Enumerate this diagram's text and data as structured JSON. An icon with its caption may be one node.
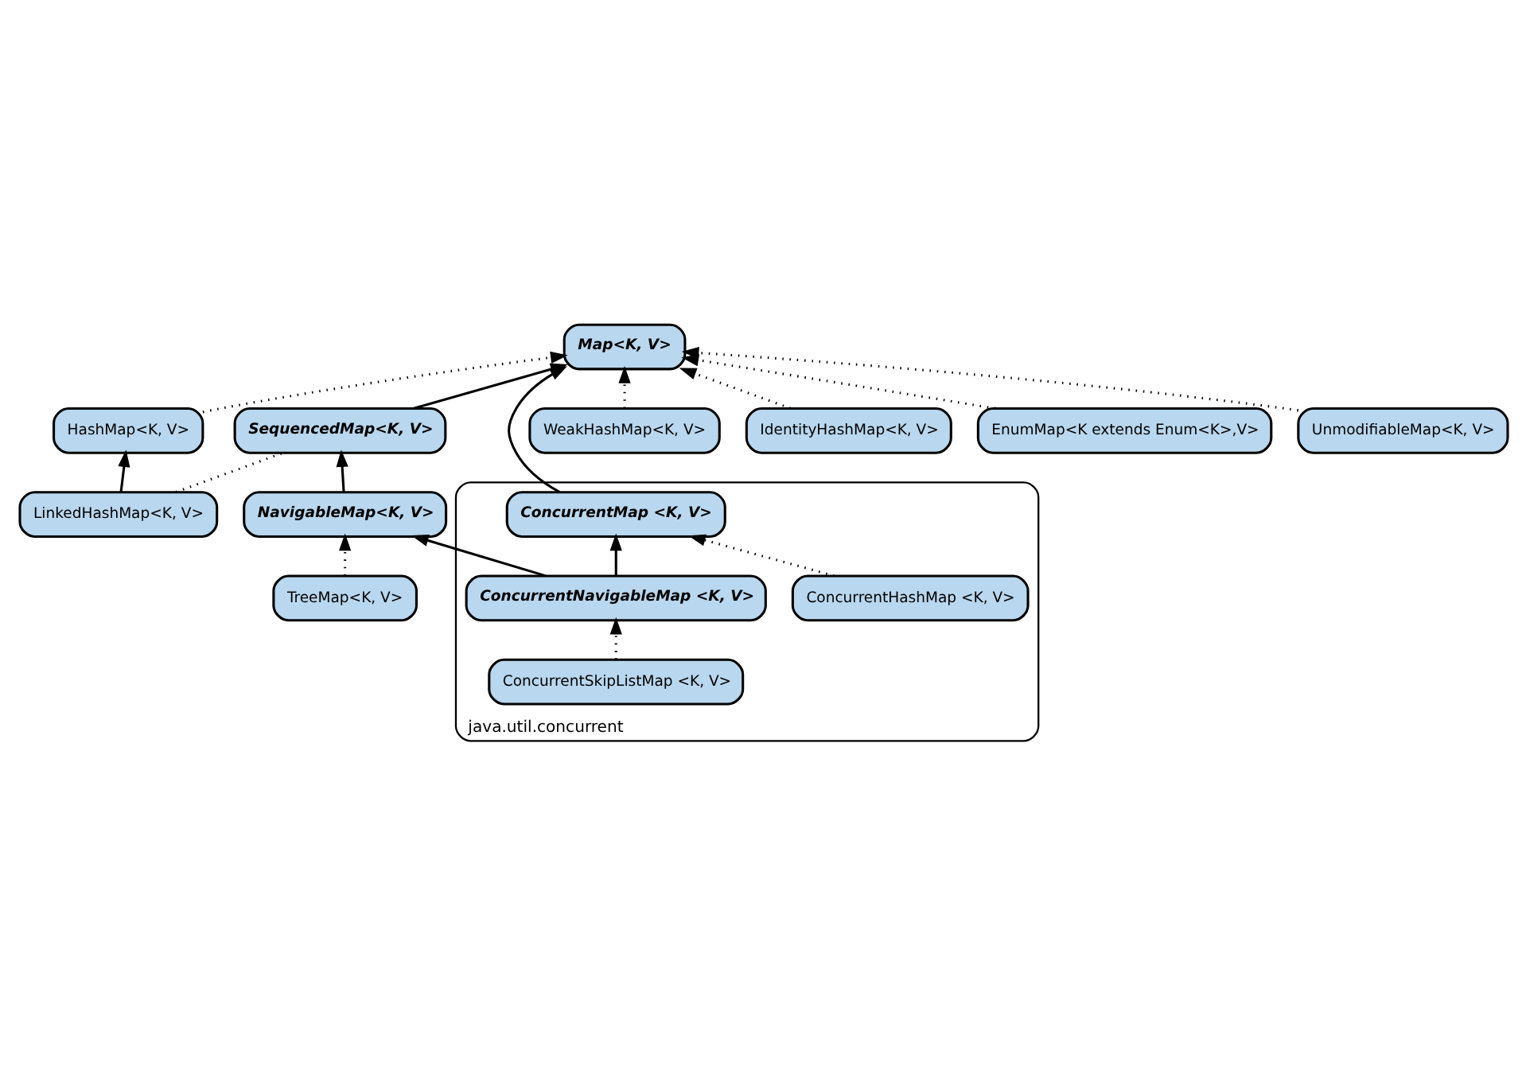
{
  "diagram": {
    "nodes": [
      {
        "text": [
          "Map<K, V>"
        ]
      },
      {
        "text": [
          "java.util.concurrent"
        ]
      },
      {
        "text": [
          "ConcurrentMap <K, V>"
        ],
        "in": 1
      },
      {
        "text": [
          "WeakHashMap<K, V>"
        ]
      },
      {
        "text": [
          "IdentityHashMap<K, V>"
        ]
      },
      {
        "text": [
          "ConcurrentHashMap <K, V>"
        ],
        "in": 1
      },
      {
        "text": [
          "EnumMap<K extends Enum<K>,V>"
        ]
      },
      {
        "text": [
          "UnmodifiableMap<K, V>"
        ]
      },
      {
        "text": [
          "HashMap<K, V>"
        ]
      },
      {
        "text": [
          "SequencedMap<K, V>"
        ]
      },
      {
        "text": [
          "LinkedHashMap<K, V>"
        ]
      },
      {
        "text": [
          "NavigableMap<K, V>"
        ]
      },
      {
        "text": [
          "ConcurrentNavigableMap <K, V>"
        ],
        "in": 1
      },
      {
        "text": [
          "TreeMap<K, V>"
        ]
      },
      {
        "text": [
          "ConcurrentSkipListMap <K, V>"
        ],
        "in": 1
      }
    ],
    "edges": [
      {
        "from": 3,
        "to": 0,
        "arrow": "to",
        "style": "dashed"
      },
      {
        "from": 4,
        "to": 0,
        "arrow": "to",
        "style": "dashed"
      },
      {
        "from": 6,
        "to": 0,
        "arrow": "to",
        "style": "dashed"
      },
      {
        "from": 7,
        "to": 0,
        "arrow": "to",
        "style": "dashed"
      },
      {
        "from": 8,
        "to": 0,
        "arrow": "to",
        "style": "dashed"
      },
      {
        "from": 9,
        "to": 0,
        "arrow": "to"
      },
      {
        "from": 2,
        "to": 0,
        "arrow": "to"
      },
      {
        "from": 5,
        "to": 2,
        "arrow": "to",
        "style": "dashed"
      },
      {
        "from": 12,
        "to": 2,
        "arrow": "to"
      },
      {
        "from": 10,
        "to": 8,
        "arrow": "to"
      },
      {
        "from": 10,
        "to": 9,
        "arrow": "none",
        "style": "dashed"
      },
      {
        "from": 11,
        "to": 9,
        "arrow": "to"
      },
      {
        "from": 12,
        "to": 11,
        "arrow": "to"
      },
      {
        "from": 13,
        "to": 11,
        "arrow": "to",
        "style": "dashed"
      },
      {
        "from": 14,
        "to": 12,
        "arrow": "to",
        "style": "dashed"
      }
    ]
  }
}
